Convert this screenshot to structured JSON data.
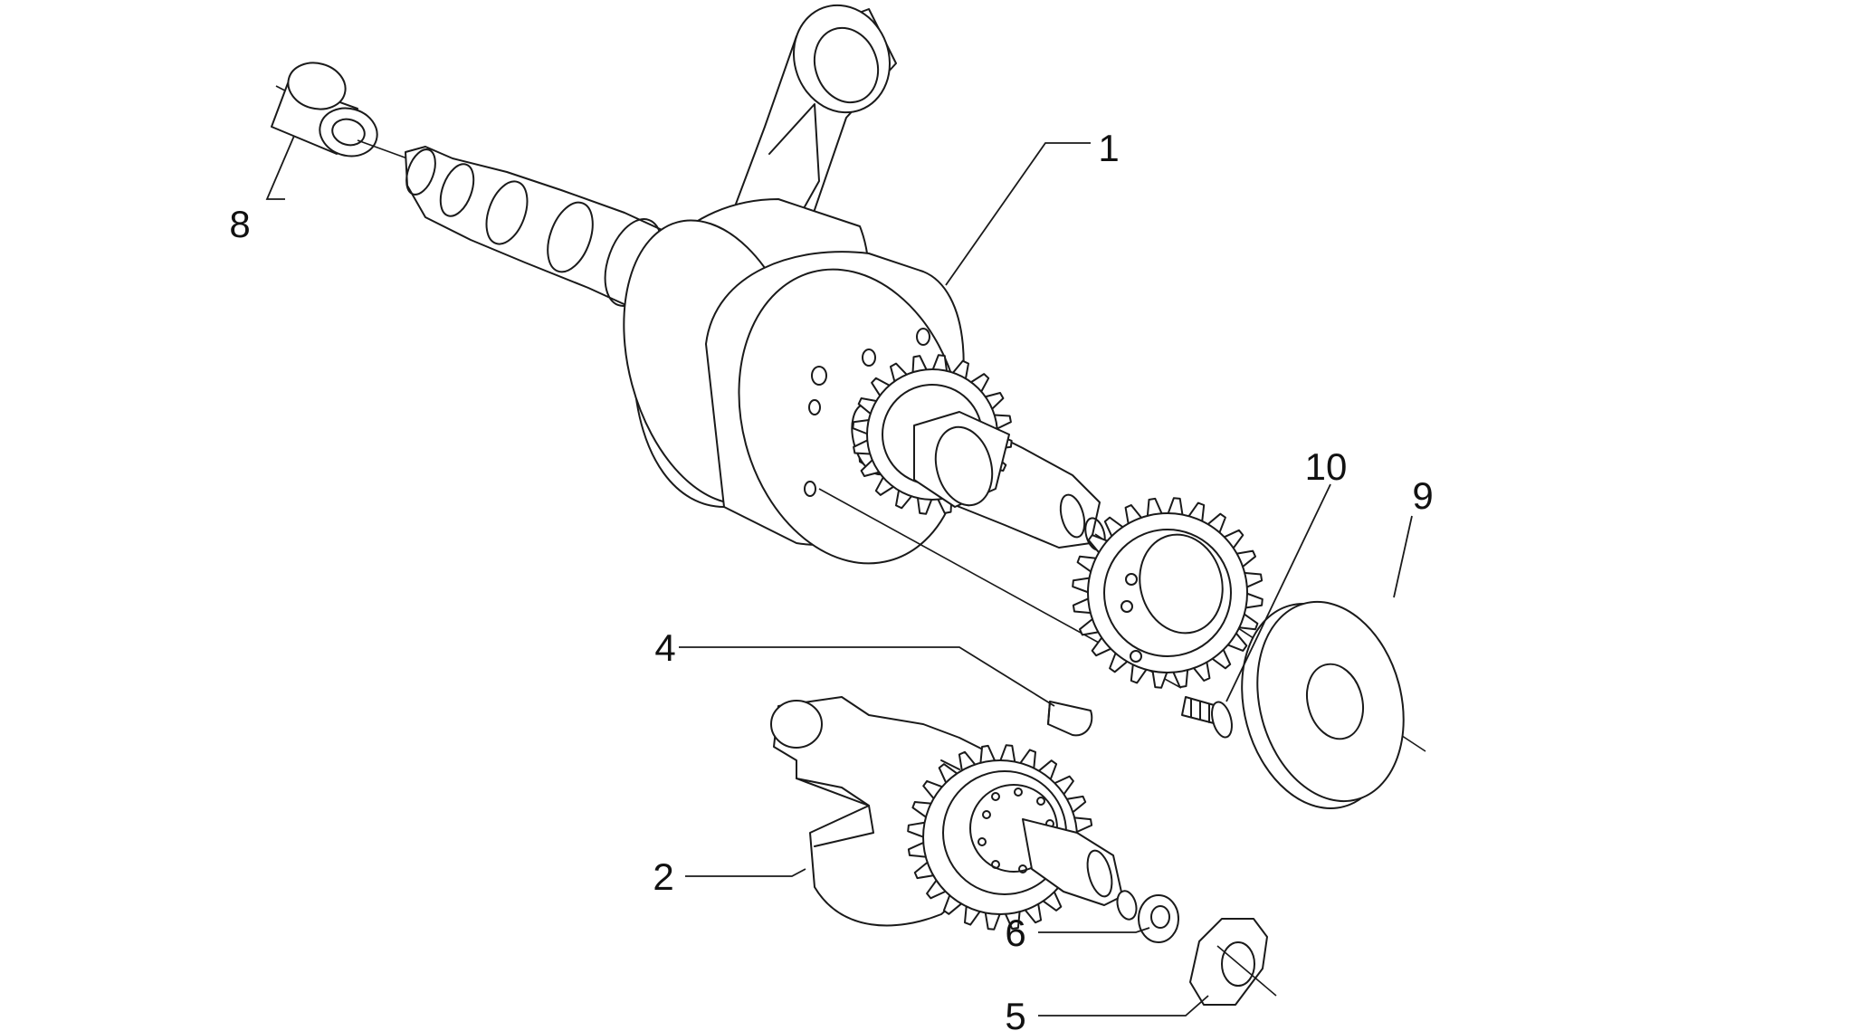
{
  "callouts": [
    {
      "id": "1",
      "text": "1"
    },
    {
      "id": "2",
      "text": "2"
    },
    {
      "id": "4",
      "text": "4"
    },
    {
      "id": "5",
      "text": "5"
    },
    {
      "id": "6",
      "text": "6"
    },
    {
      "id": "8",
      "text": "8"
    },
    {
      "id": "9",
      "text": "9"
    },
    {
      "id": "10",
      "text": "10"
    }
  ]
}
